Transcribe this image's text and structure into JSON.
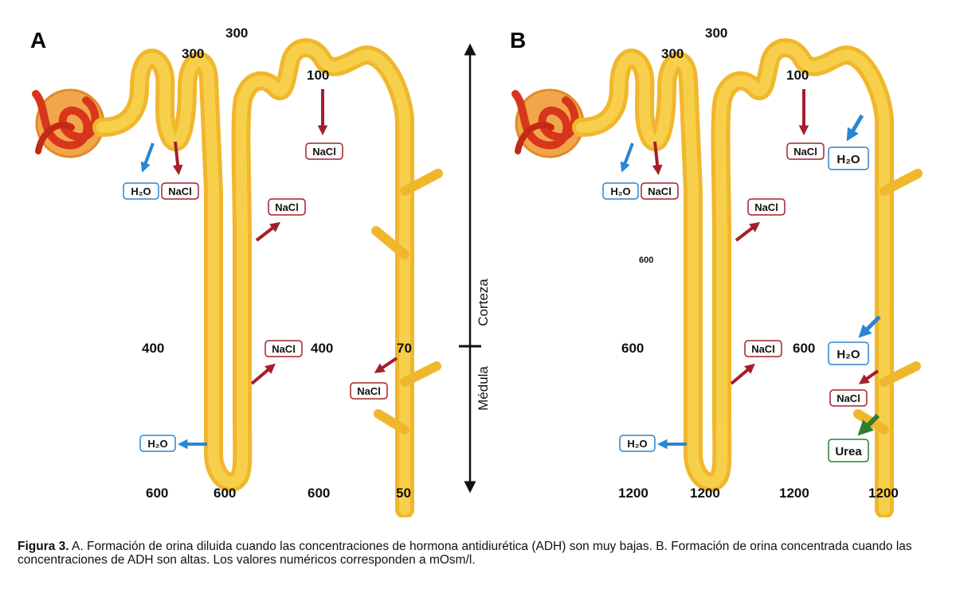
{
  "panels": {
    "a": {
      "letter": "A",
      "numbers": {
        "top": "300",
        "loop_top": "300",
        "tal_top": "100",
        "left_mid": "400",
        "right_mid": "400",
        "cd_mid": "70",
        "bottom_left": "600",
        "loop_tip": "600",
        "bottom_mid": "600",
        "cd_bottom": "50"
      },
      "tags": {
        "pct_h2o": "H₂O",
        "pct_nacl": "NaCl",
        "dct_nacl": "NaCl",
        "tal_upper_nacl": "NaCl",
        "tal_lower_nacl": "NaCl",
        "cd_nacl": "NaCl",
        "dl_h2o": "H₂O"
      }
    },
    "b": {
      "letter": "B",
      "numbers": {
        "top": "300",
        "loop_top": "300",
        "tal_top": "100",
        "small_mid": "600",
        "left_mid": "600",
        "right_mid": "600",
        "bottom_left": "1200",
        "loop_tip": "1200",
        "bottom_mid": "1200",
        "cd_bottom": "1200"
      },
      "tags": {
        "pct_h2o": "H₂O",
        "pct_nacl": "NaCl",
        "dct_nacl": "NaCl",
        "dct_h2o": "H₂O",
        "tal_upper_nacl": "NaCl",
        "tal_lower_nacl": "NaCl",
        "cd_h2o": "H₂O",
        "cd_nacl": "NaCl",
        "cd_urea": "Urea",
        "dl_h2o": "H₂O"
      }
    }
  },
  "axis": {
    "upper": "Corteza",
    "lower": "Médula"
  },
  "caption": {
    "label": "Figura 3.",
    "text": " A. Formación de orina diluida cuando las concentraciones de hormona antidiurética (ADH) son muy bajas. B. Formación de orina concentrada cuando las concentraciones de ADH son altas. Los valores numéricos corresponden a mOsm/l."
  },
  "colors": {
    "tubule": "#f1b72c",
    "tubule_light": "#f7cf4a",
    "glomerulus": "#d8361c",
    "nacl": "#a3202b",
    "h2o": "#2a86d1",
    "urea": "#2e7d32"
  }
}
